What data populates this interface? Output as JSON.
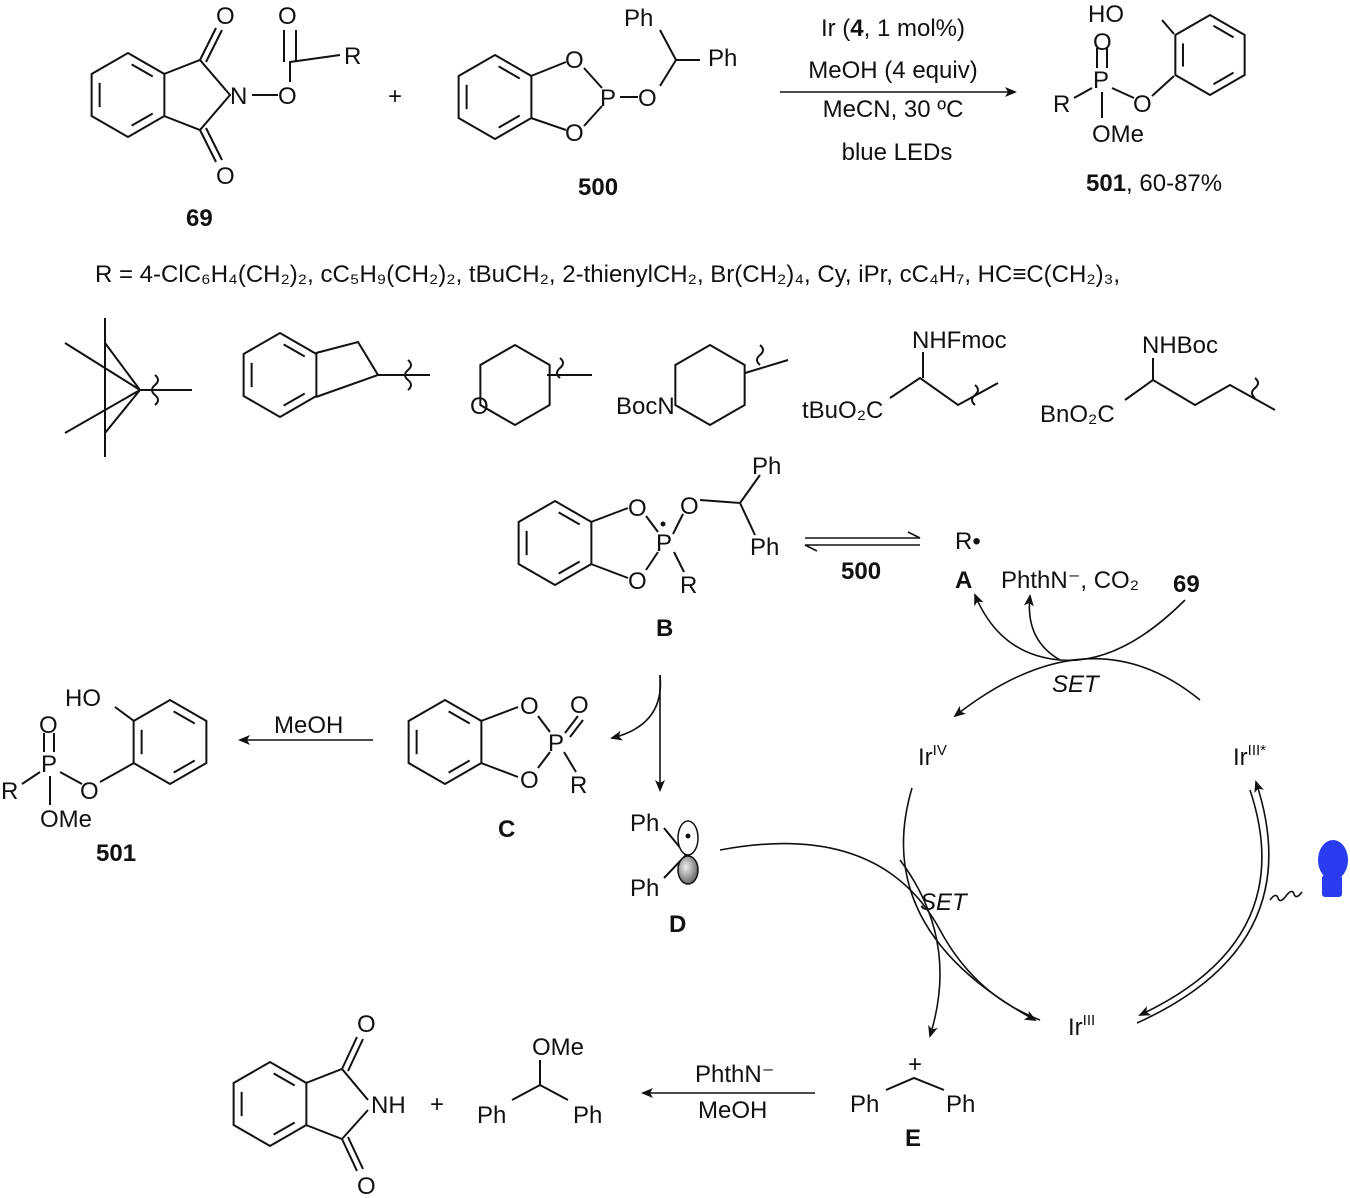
{
  "scheme": {
    "reactant_69": {
      "atoms": [
        "O",
        "O",
        "R",
        "N",
        "O",
        "O"
      ],
      "label": "69"
    },
    "plus_1": "+",
    "reactant_500": {
      "atoms": [
        "O",
        "P",
        "O",
        "O",
        "Ph",
        "Ph"
      ],
      "label": "500"
    },
    "conditions": {
      "line1_pre": "Ir (",
      "line1_bold": "4",
      "line1_post": ", 1 mol%)",
      "line2": "MeOH (4 equiv)",
      "line3": "MeCN, 30 ºC",
      "line4": "blue LEDs"
    },
    "product_501_top": {
      "atoms": [
        "HO",
        "O",
        "P",
        "O",
        "R",
        "OMe"
      ],
      "label": "501",
      "yield": ", 60-87%"
    },
    "r_groups_line": "R = 4-ClC₆H₄(CH₂)₂, cC₅H₉(CH₂)₂, tBuCH₂, 2-thienylCH₂, Br(CH₂)₄, Cy, iPr, cC₄H₇, HC≡C(CH₂)₃,",
    "r_group_structures": {
      "thp_o": "O",
      "bocn": "BocN",
      "nhfmoc": "NHFmoc",
      "tbuo2c": "tBuO₂C",
      "nhboc": "NHBoc",
      "bno2c": "BnO₂C"
    }
  },
  "mechanism": {
    "B": {
      "atoms": [
        "O",
        "O",
        "P",
        "O",
        "R",
        "Ph",
        "Ph"
      ],
      "label": "B"
    },
    "equilibrium_reagent": "500",
    "radical_A": "R•",
    "label_A": "A",
    "byproducts": "PhthN⁻, CO₂",
    "reagent_69": "69",
    "set_top": "SET",
    "ir_iv": "Ir",
    "ir_iv_sup": "IV",
    "ir_iii_star": "Ir",
    "ir_iii_star_sup": "III*",
    "set_bottom": "SET",
    "ir_iii": "Ir",
    "ir_iii_sup": "III",
    "C": {
      "atoms": [
        "O",
        "P",
        "O",
        "O",
        "R"
      ],
      "label": "C"
    },
    "meoh_arrow": "MeOH",
    "product_501": {
      "atoms": [
        "HO",
        "O",
        "P",
        "O",
        "R",
        "OMe"
      ],
      "label": "501"
    },
    "D": {
      "atoms": [
        "Ph",
        "Ph"
      ],
      "label": "D"
    },
    "E": {
      "charge": "+",
      "atoms": [
        "Ph",
        "Ph"
      ],
      "label": "E"
    },
    "arrow_reagents": {
      "top": "PhthN⁻",
      "bottom": "MeOH"
    },
    "ether": {
      "atoms": [
        "OMe",
        "Ph",
        "Ph"
      ]
    },
    "plus_2": "+",
    "phthalimide": {
      "atoms": [
        "O",
        "NH",
        "O"
      ]
    },
    "bulb_color": "#2a3cf0"
  }
}
